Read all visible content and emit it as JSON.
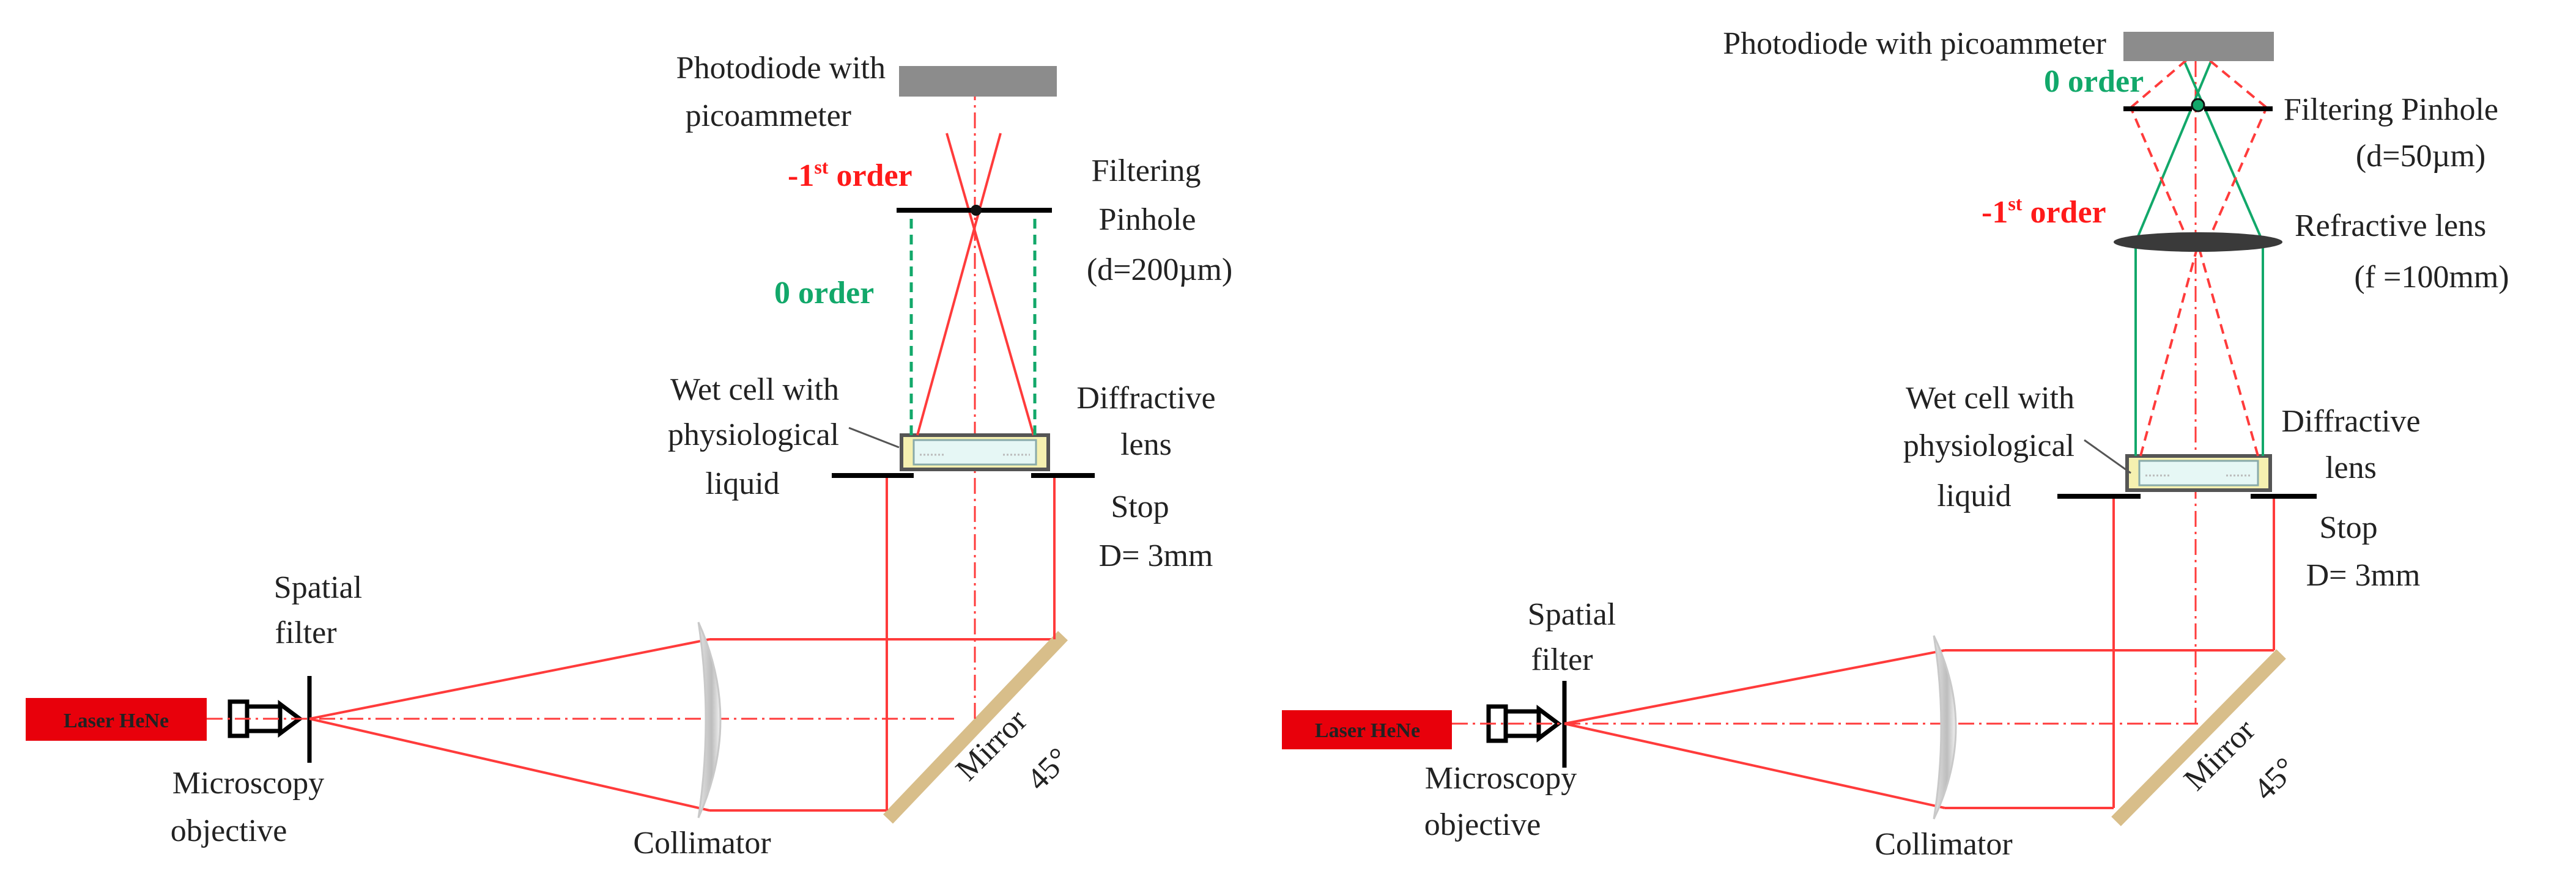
{
  "left_panel": {
    "photodiode": [
      "Photodiode with",
      "picoammeter"
    ],
    "first_order": {
      "prefix": "-1",
      "sup": "st",
      "suffix": " order"
    },
    "zero_order": "0 order",
    "pinhole": [
      "Filtering",
      "Pinhole",
      "(d=200µm)"
    ],
    "wet_cell": [
      "Wet cell with",
      "physiological",
      "liquid"
    ],
    "diffractive_lens": [
      "Diffractive",
      "lens"
    ],
    "stop": [
      "Stop",
      "D= 3mm"
    ],
    "spatial_filter": [
      "Spatial",
      "filter"
    ],
    "laser": "Laser HeNe",
    "objective": [
      "Microscopy",
      "objective"
    ],
    "collimator": "Collimator",
    "mirror": [
      "Mirror",
      "45°"
    ]
  },
  "right_panel": {
    "photodiode": "Photodiode with picoammeter",
    "zero_order": "0 order",
    "pinhole": [
      "Filtering Pinhole",
      "(d=50µm)"
    ],
    "first_order": {
      "prefix": "-1",
      "sup": "st",
      "suffix": " order"
    },
    "refractive_lens": [
      "Refractive lens",
      "(f =100mm)"
    ],
    "wet_cell": [
      "Wet cell with",
      "physiological",
      "liquid"
    ],
    "diffractive_lens": [
      "Diffractive",
      "lens"
    ],
    "stop": [
      "Stop",
      "D= 3mm"
    ],
    "spatial_filter": [
      "Spatial",
      "filter"
    ],
    "laser": "Laser HeNe",
    "objective": [
      "Microscopy",
      "objective"
    ],
    "collimator": "Collimator",
    "mirror": [
      "Mirror",
      "45°"
    ]
  },
  "colors": {
    "beam": "#ff3b3b",
    "zero_order": "#12a86a",
    "laser": "#e8000b",
    "mirror": "#d8be8a",
    "detector": "#8c8c8c",
    "cell": "#f5f0b0"
  }
}
